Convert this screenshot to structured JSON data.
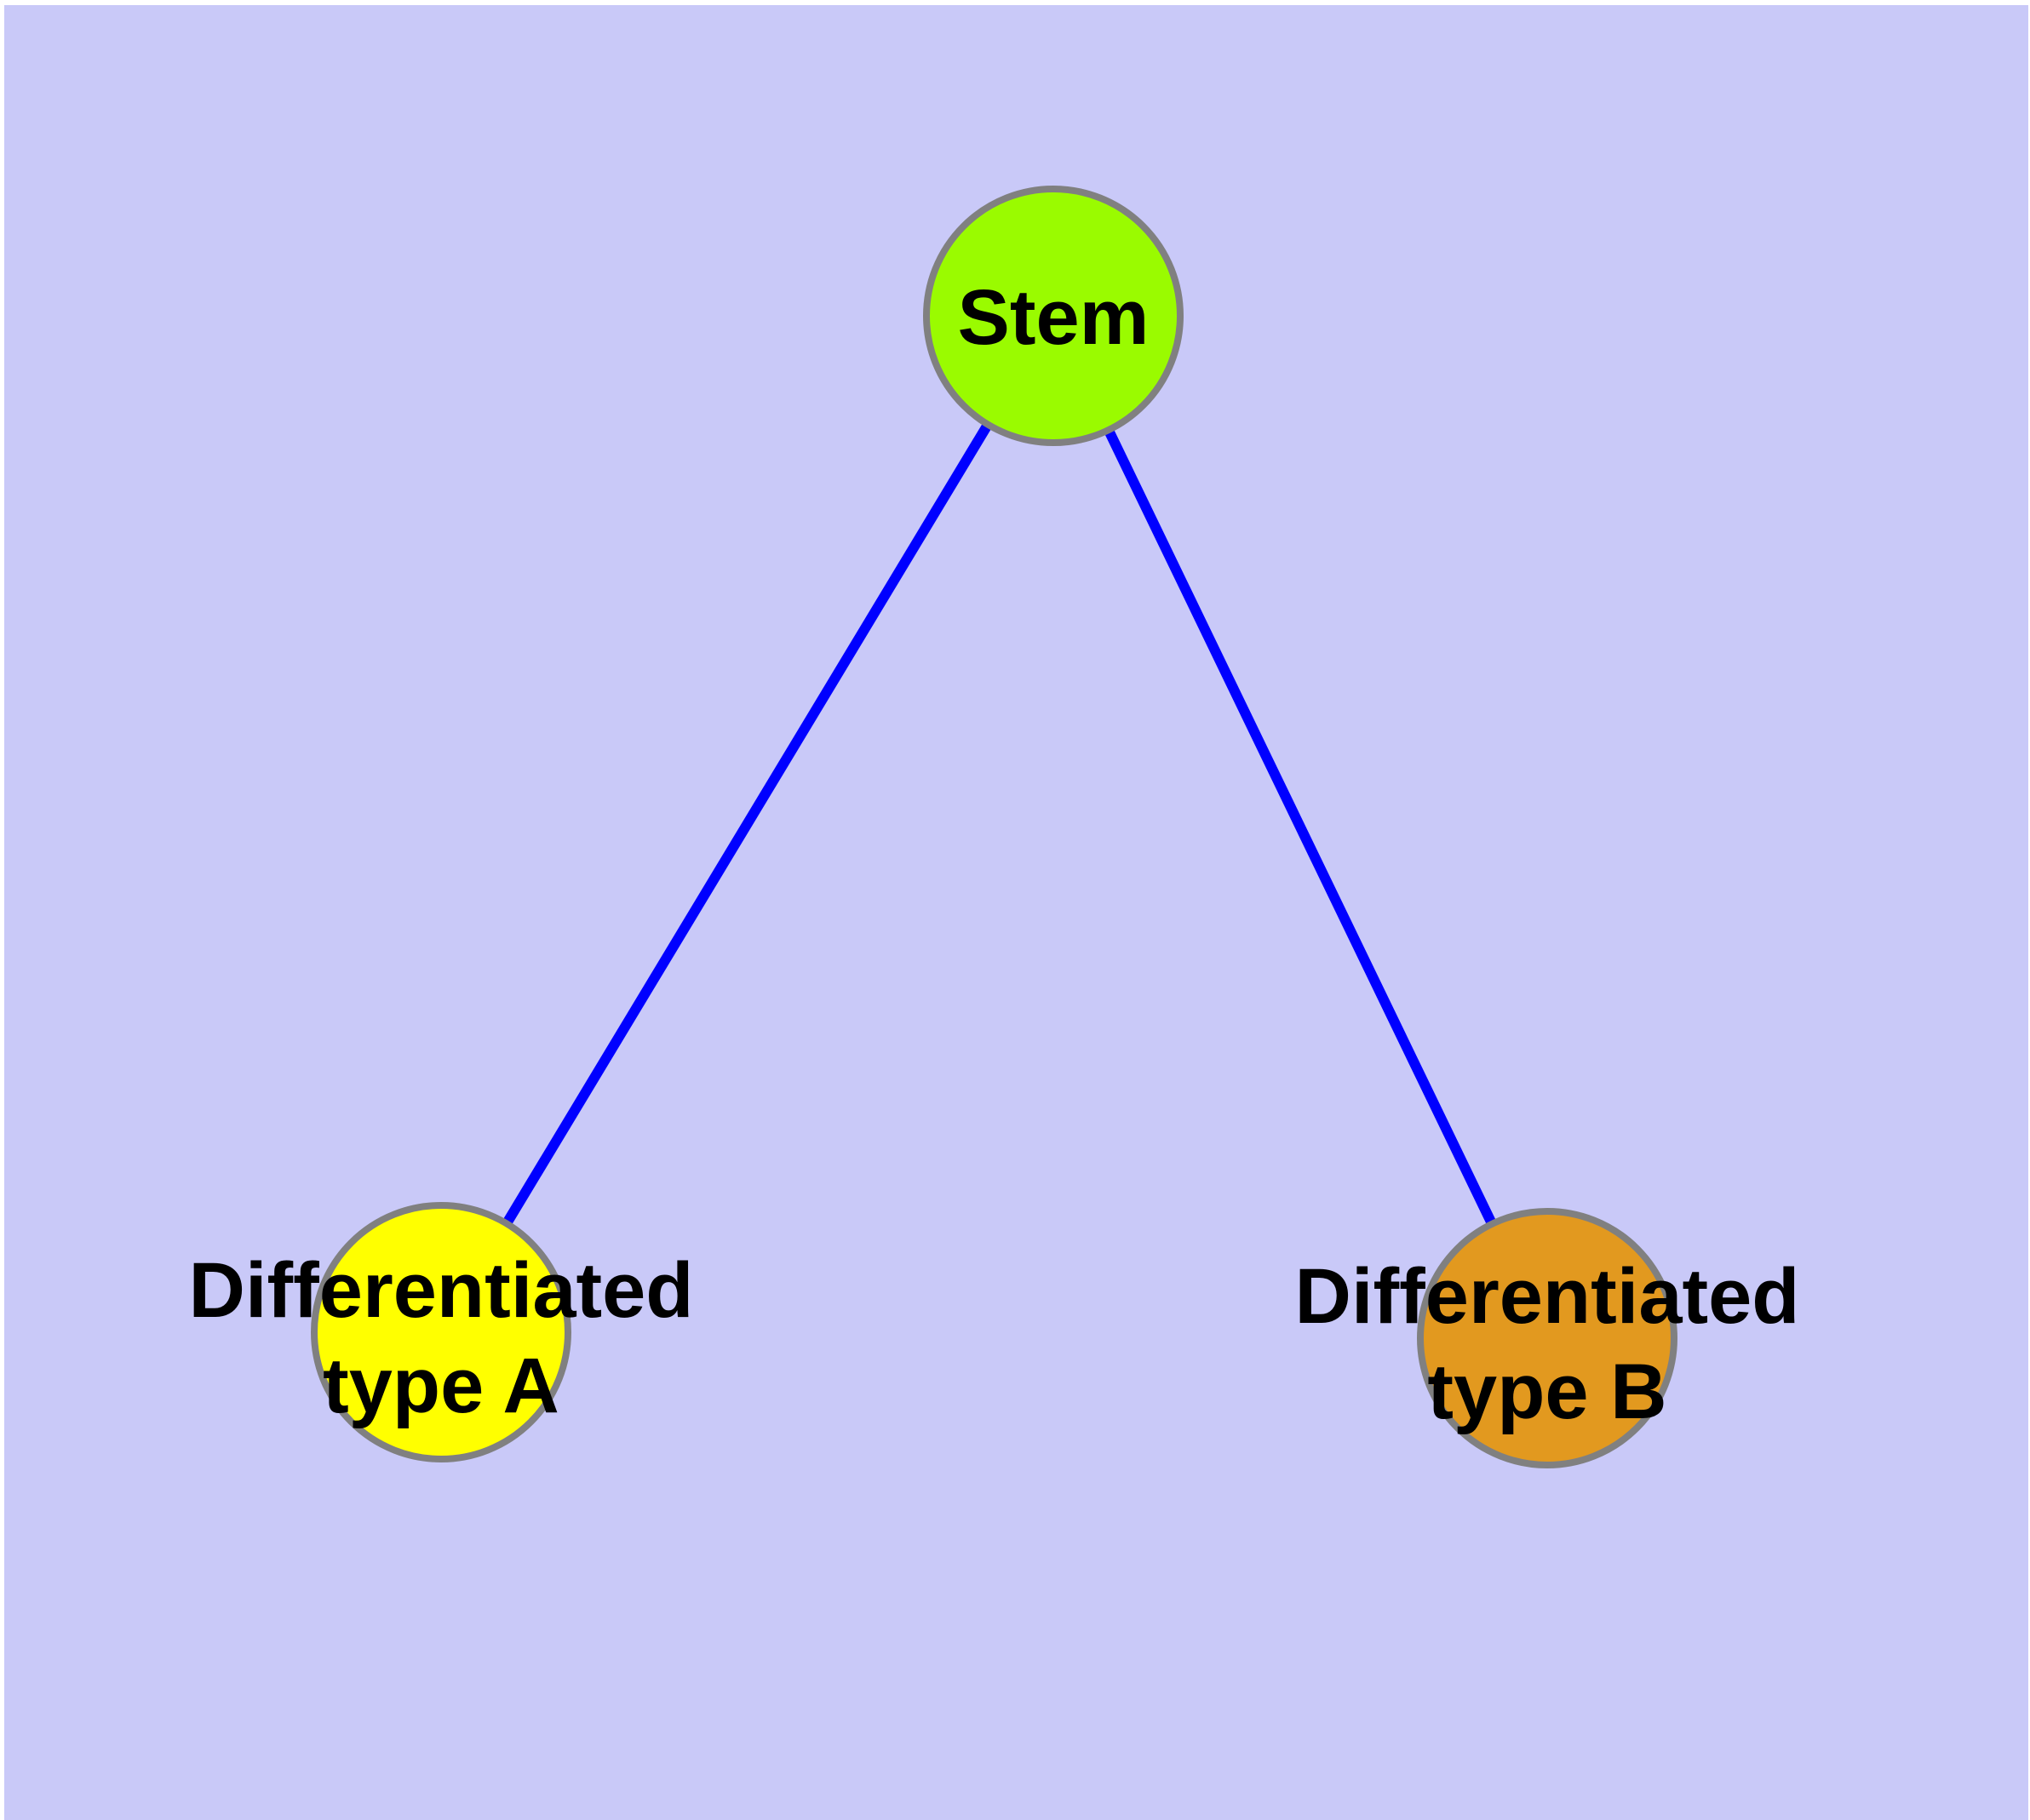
{
  "diagram": {
    "type": "node-link-graph",
    "page_color": "#FFFFFF",
    "background_color": "#C9C9F8",
    "edge_color": "#0000FF",
    "node_border_color": "#808080",
    "label_color": "#000000",
    "nodes": [
      {
        "id": "stem",
        "label": "Stem",
        "label_lines": [
          "Stem"
        ],
        "fill": "#9AFB00"
      },
      {
        "id": "differentiated-type-a",
        "label": "Differentiated type A",
        "label_lines": [
          "Differentiated",
          "type A"
        ],
        "fill": "#FFFF00"
      },
      {
        "id": "differentiated-type-b",
        "label": "Differentiated type B",
        "label_lines": [
          "Differentiated",
          "type B"
        ],
        "fill": "#E2991F"
      }
    ],
    "edges": [
      {
        "from": "Stem",
        "to": "Differentiated type A"
      },
      {
        "from": "Stem",
        "to": "Differentiated type B"
      }
    ]
  }
}
